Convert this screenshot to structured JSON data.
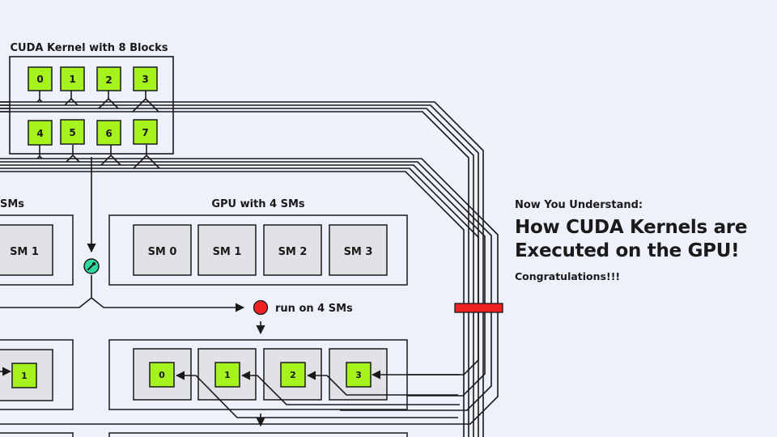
{
  "kernel": {
    "title": "CUDA Kernel with 8 Blocks",
    "blocks": [
      "0",
      "1",
      "2",
      "3",
      "4",
      "5",
      "6",
      "7"
    ]
  },
  "gpu_left": {
    "title_partial": "SMs",
    "sm_labels": [
      "SM 1"
    ],
    "block_labels": [
      "1"
    ]
  },
  "gpu_right": {
    "title": "GPU with 4 SMs",
    "sm_labels": [
      "SM 0",
      "SM 1",
      "SM 2",
      "SM 3"
    ],
    "block_labels": [
      "0",
      "1",
      "2",
      "3"
    ]
  },
  "scheduler_icon": "wrench-icon",
  "run_status": {
    "label": "run on 4 SMs",
    "dot_color": "#ee2222"
  },
  "summary": {
    "intro": "Now You Understand:",
    "headline_line1": "How CUDA Kernels are",
    "headline_line2": "Executed on the GPU!",
    "congrats": "Congratulations!!!"
  },
  "colors": {
    "background": "#eef1fb",
    "block_fill": "#a5f21c",
    "sm_fill": "#e1e2e6",
    "accent_red": "#ee2222",
    "scheduler_fill": "#2ed9a0",
    "stroke": "#1a1a1a"
  }
}
